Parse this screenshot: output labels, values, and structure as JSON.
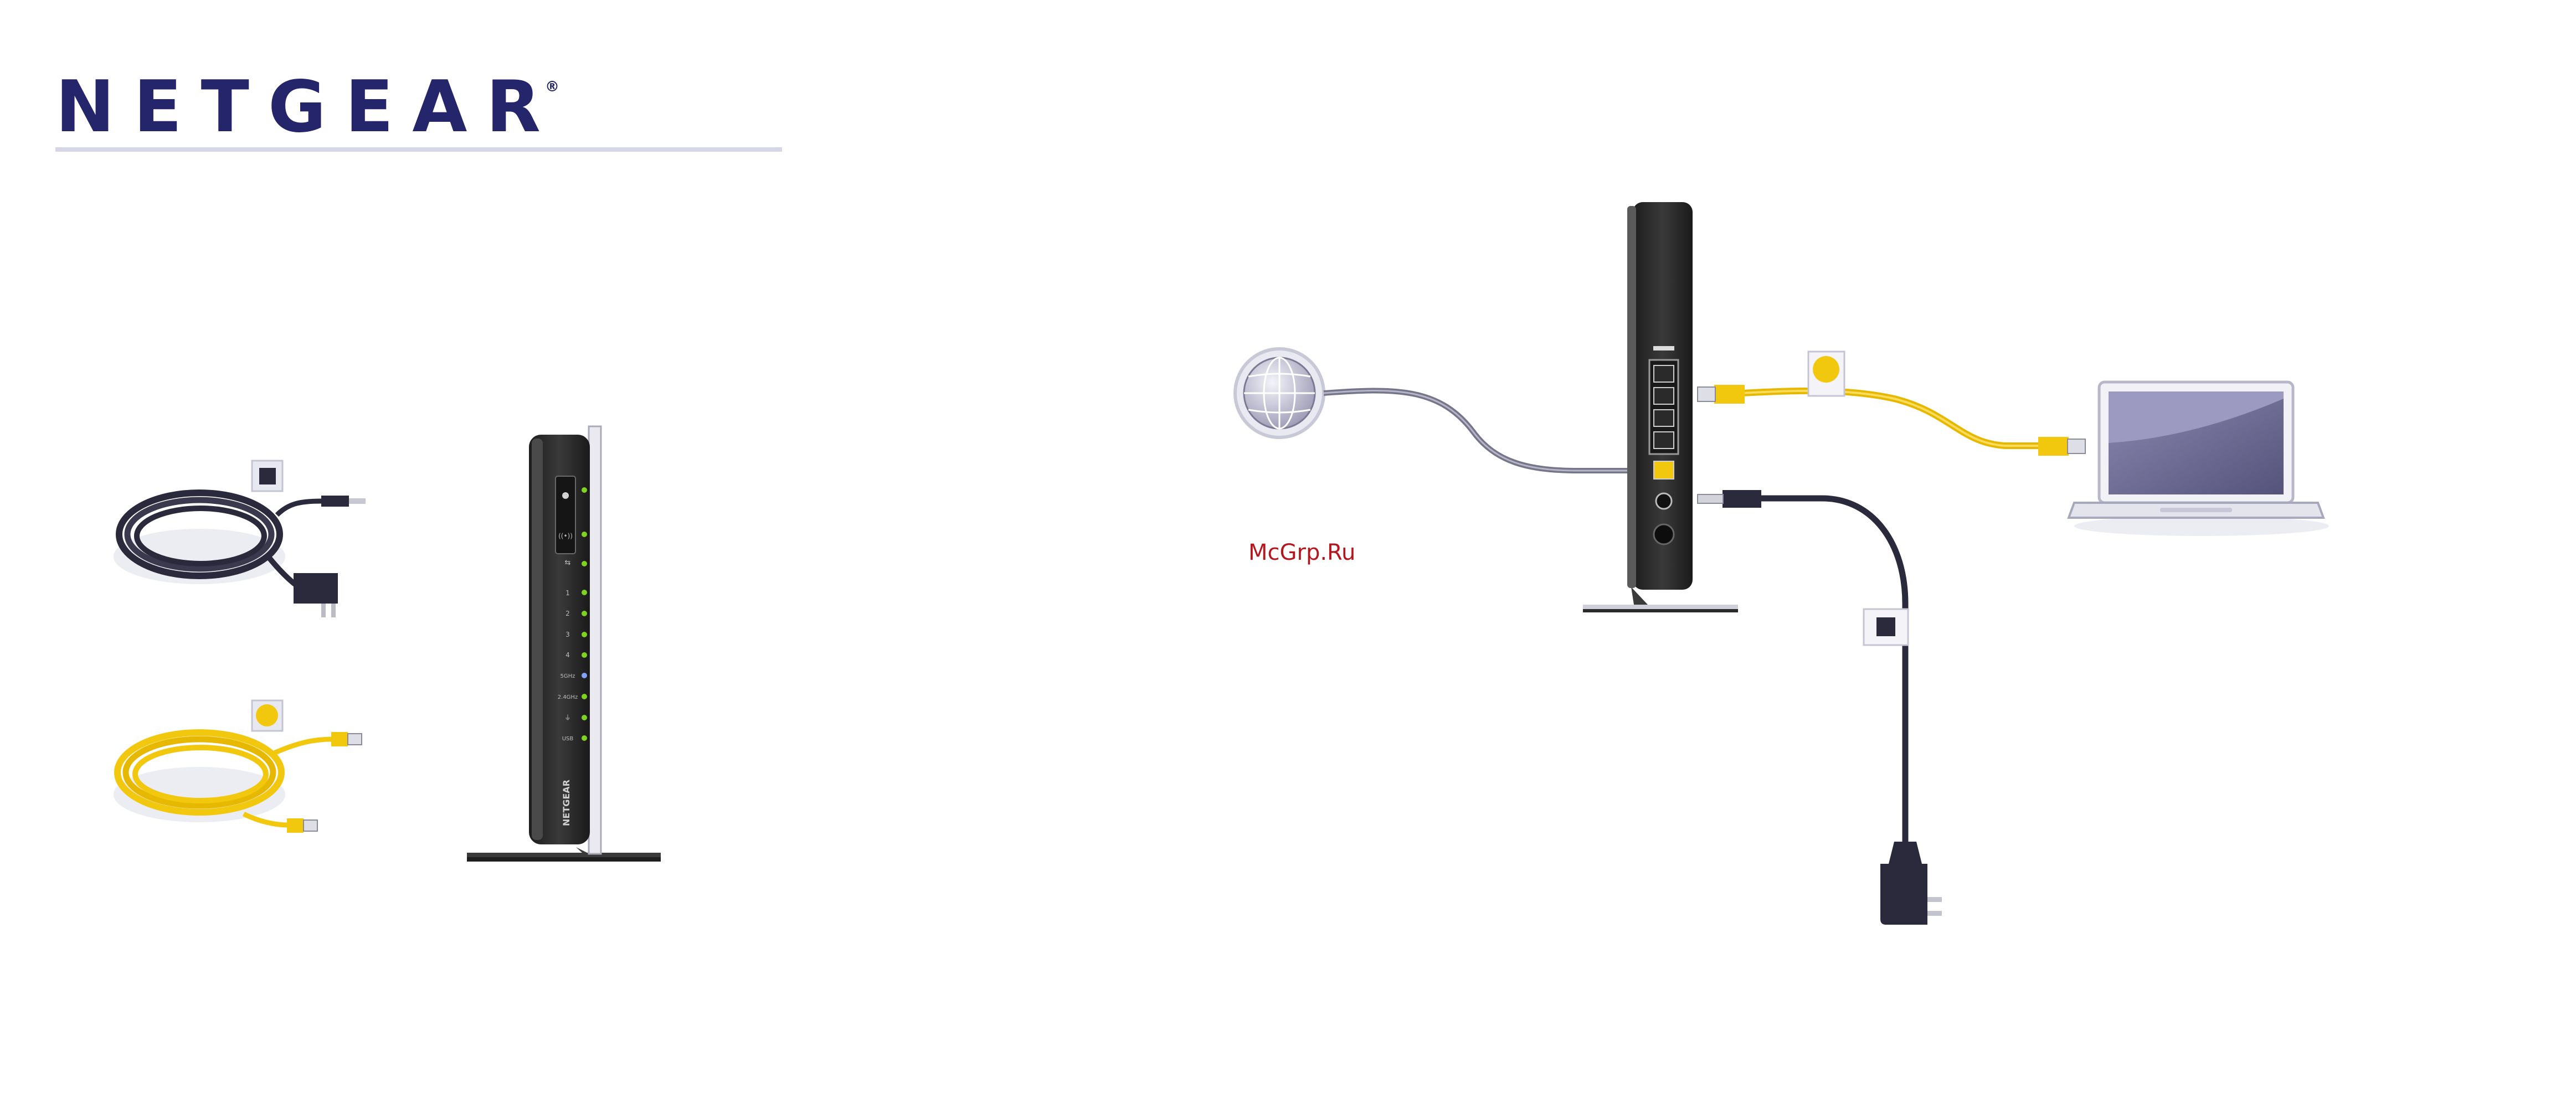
{
  "brand": {
    "name": "NETGEAR",
    "registered_mark": "®"
  },
  "watermark": {
    "text": "McGrp.Ru"
  },
  "router_front": {
    "brand_label": "NETGEAR",
    "led_labels": [
      "⏻",
      "((•))",
      "⇆",
      "1",
      "2",
      "3",
      "4",
      "5GHz",
      "2.4GHz",
      "⏚",
      "USB"
    ]
  },
  "colors": {
    "brand_navy": "#24256b",
    "ethernet_yellow": "#f2c80f",
    "power_cord": "#2b2a3c",
    "internet_cable": "#76758a",
    "router_body": "#2d2d2d",
    "led_green": "#7ed321",
    "laptop_screen": "#6f6d95",
    "watermark_red": "#b5151d"
  },
  "icons": {
    "globe": "internet-globe-icon",
    "power": "power-adapter-icon",
    "ethernet": "ethernet-cable-icon",
    "laptop": "laptop-icon",
    "router": "router-icon"
  }
}
